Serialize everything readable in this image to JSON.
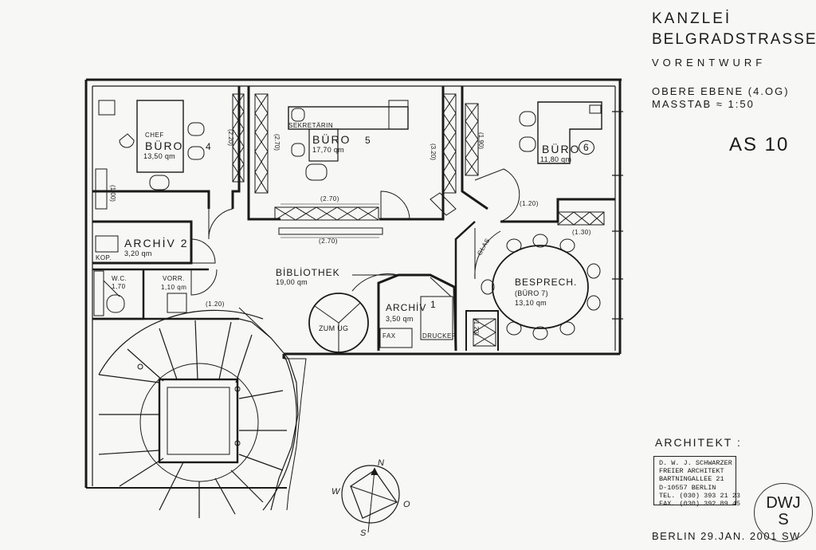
{
  "title_block": {
    "line1": "KANZLEİ",
    "line2": "BELGRADSTRASSE",
    "line3": "VORENTWURF",
    "level": "OBERE EBENE (4.OG)",
    "scale": "MASSTAB ≈ 1:50",
    "sheet": "AS 10"
  },
  "architect": {
    "heading": "ARCHITEKT :",
    "stamp_lines": [
      "D. W. J. SCHWARZER",
      "FREIER ARCHITEKT",
      "BARTNINGALLEE 21",
      "D-10557 BERLIN",
      "TEL. (030) 393 21 23",
      "FAX. (030) 392 89 45"
    ],
    "date": "BERLIN 29.JAN. 2001 SW",
    "monogram_top": "DWJ",
    "monogram_bottom": "S"
  },
  "rooms": {
    "chef_label": "CHEF",
    "buro4_name": "BÜRO",
    "buro4_area": "13,50 qm",
    "buro4_num": "4",
    "sekretarin": "SEKRETÄRIN",
    "buro5_name": "BÜRO",
    "buro5_area": "17,70 qm",
    "buro5_num": "5",
    "buro6_name": "BÜRO",
    "buro6_area": "11,80 qm",
    "buro6_num": "6",
    "archiv2_name": "ARCHİV 2",
    "archiv2_area": "3,20 qm",
    "kop": "KOP.",
    "wc_name": "W.C.",
    "wc_area": "1,70",
    "vorr_name": "VORR.",
    "vorr_area": "1,10 qm",
    "bibliothek_name": "BİBLİOTHEK",
    "bibliothek_area": "19,00 qm",
    "archiv1_name": "ARCHİV",
    "archiv1_num": "1",
    "archiv1_area": "3,50 qm",
    "fax": "FAX",
    "drucker": "DRUCKER",
    "besprech_name": "BESPRECH.",
    "besprech_sub": "(BÜRO 7)",
    "besprech_area": "13,10 qm",
    "zum_ug": "ZUM UG",
    "glas": "GLAS"
  },
  "dimensions": {
    "d220": "(2.20)",
    "d270v": "(2.70)",
    "d320": "(3.20)",
    "d190": "(1.90)",
    "d100": "(1.00)",
    "d270a": "(2.70)",
    "d270b": "(2.70)",
    "d120a": "(1.20)",
    "d130": "(1.30)",
    "d120b": "(1.20)",
    "d120c": "(1.20)"
  },
  "compass": {
    "n": "N",
    "s": "S",
    "w": "W",
    "o": "O"
  }
}
